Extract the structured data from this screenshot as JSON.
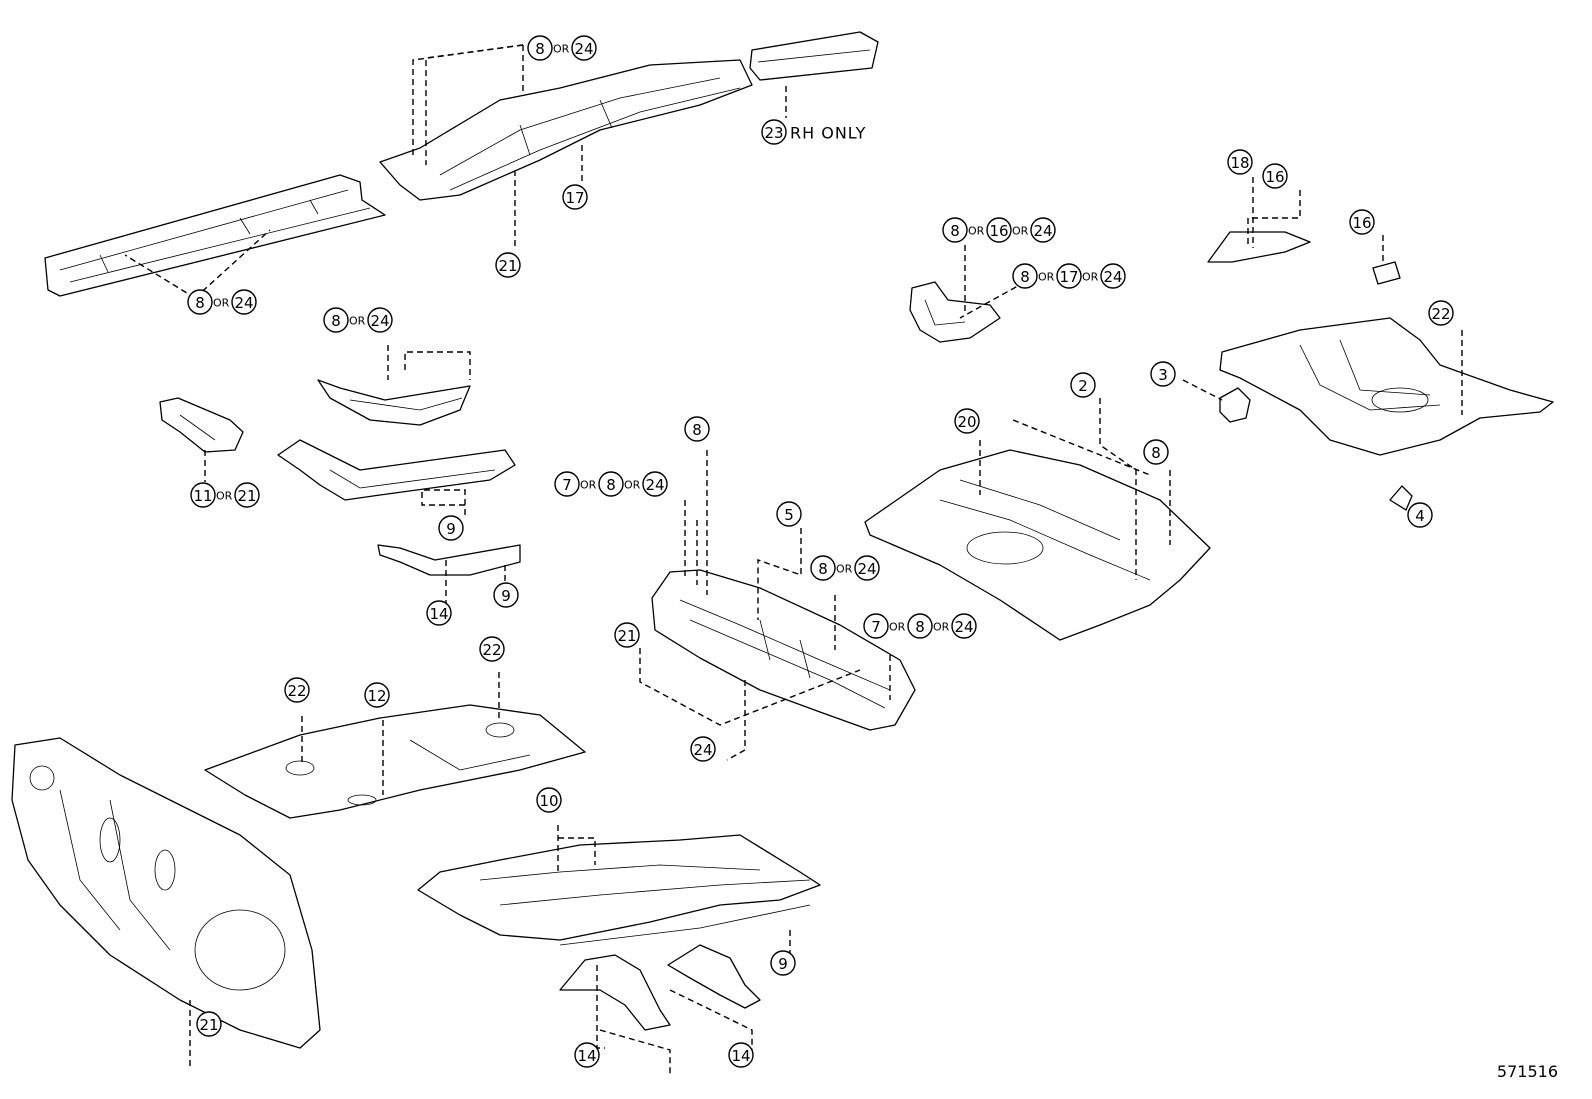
{
  "figure_number": "571516",
  "note": "RH ONLY",
  "or_word": "OR",
  "callouts": [
    {
      "id": "c1",
      "parts": [
        "8",
        "24"
      ]
    },
    {
      "id": "c2",
      "parts": [
        "23"
      ],
      "note": true
    },
    {
      "id": "c3",
      "parts": [
        "17"
      ]
    },
    {
      "id": "c4",
      "parts": [
        "21"
      ]
    },
    {
      "id": "c5",
      "parts": [
        "8",
        "24"
      ]
    },
    {
      "id": "c6",
      "parts": [
        "18"
      ]
    },
    {
      "id": "c7",
      "parts": [
        "16"
      ]
    },
    {
      "id": "c8",
      "parts": [
        "8",
        "16",
        "24"
      ]
    },
    {
      "id": "c9",
      "parts": [
        "8",
        "17",
        "24"
      ]
    },
    {
      "id": "c10",
      "parts": [
        "16"
      ]
    },
    {
      "id": "c11",
      "parts": [
        "22"
      ]
    },
    {
      "id": "c12",
      "parts": [
        "8",
        "24"
      ]
    },
    {
      "id": "c13",
      "parts": [
        "3"
      ]
    },
    {
      "id": "c14",
      "parts": [
        "2"
      ]
    },
    {
      "id": "c15",
      "parts": [
        "20"
      ]
    },
    {
      "id": "c16",
      "parts": [
        "8"
      ]
    },
    {
      "id": "c17",
      "parts": [
        "11",
        "21"
      ]
    },
    {
      "id": "c18",
      "parts": [
        "9"
      ]
    },
    {
      "id": "c19",
      "parts": [
        "8"
      ]
    },
    {
      "id": "c20",
      "parts": [
        "7",
        "8",
        "24"
      ]
    },
    {
      "id": "c21",
      "parts": [
        "5"
      ]
    },
    {
      "id": "c22",
      "parts": [
        "4"
      ]
    },
    {
      "id": "c23",
      "parts": [
        "14"
      ]
    },
    {
      "id": "c24",
      "parts": [
        "9"
      ]
    },
    {
      "id": "c25",
      "parts": [
        "8",
        "24"
      ]
    },
    {
      "id": "c26",
      "parts": [
        "21"
      ]
    },
    {
      "id": "c27",
      "parts": [
        "7",
        "8",
        "24"
      ]
    },
    {
      "id": "c28",
      "parts": [
        "22"
      ]
    },
    {
      "id": "c29",
      "parts": [
        "22"
      ]
    },
    {
      "id": "c30",
      "parts": [
        "12"
      ]
    },
    {
      "id": "c31",
      "parts": [
        "24"
      ]
    },
    {
      "id": "c32",
      "parts": [
        "10"
      ]
    },
    {
      "id": "c33",
      "parts": [
        "9"
      ]
    },
    {
      "id": "c34",
      "parts": [
        "21"
      ]
    },
    {
      "id": "c35",
      "parts": [
        "14"
      ]
    },
    {
      "id": "c36",
      "parts": [
        "14"
      ]
    }
  ]
}
